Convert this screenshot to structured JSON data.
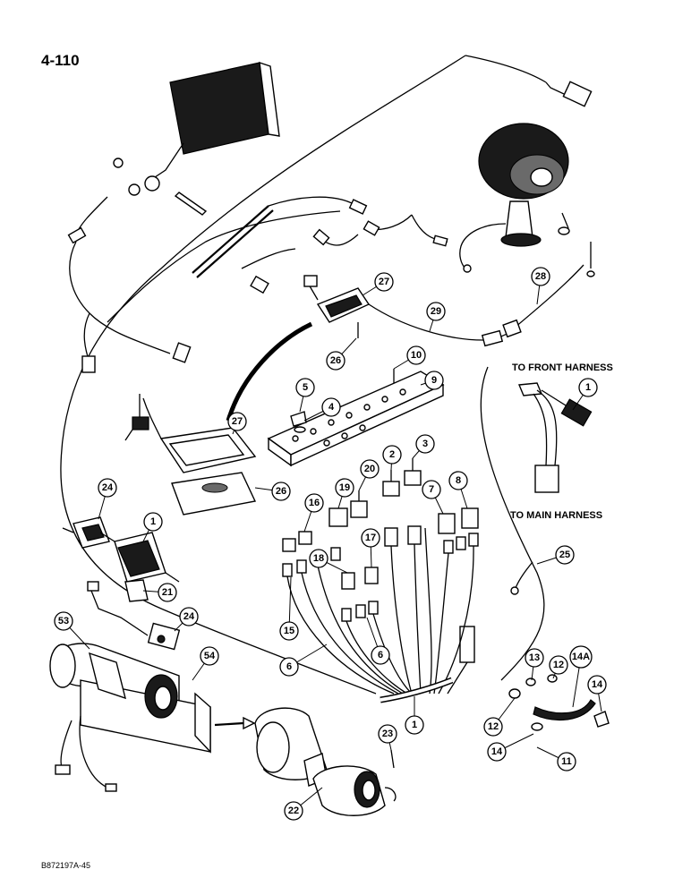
{
  "page_number": "4-110",
  "figure_code": "B872197A-45",
  "labels": {
    "to_front_harness": "TO FRONT HARNESS",
    "to_main_harness": "TO MAIN HARNESS"
  },
  "callouts": [
    "1",
    "1",
    "1",
    "2",
    "3",
    "4",
    "5",
    "6",
    "6",
    "7",
    "8",
    "9",
    "10",
    "11",
    "12",
    "12",
    "13",
    "14",
    "14",
    "14A",
    "15",
    "16",
    "17",
    "18",
    "19",
    "20",
    "21",
    "22",
    "23",
    "24",
    "24",
    "25",
    "26",
    "26",
    "27",
    "27",
    "28",
    "29",
    "53",
    "54"
  ]
}
